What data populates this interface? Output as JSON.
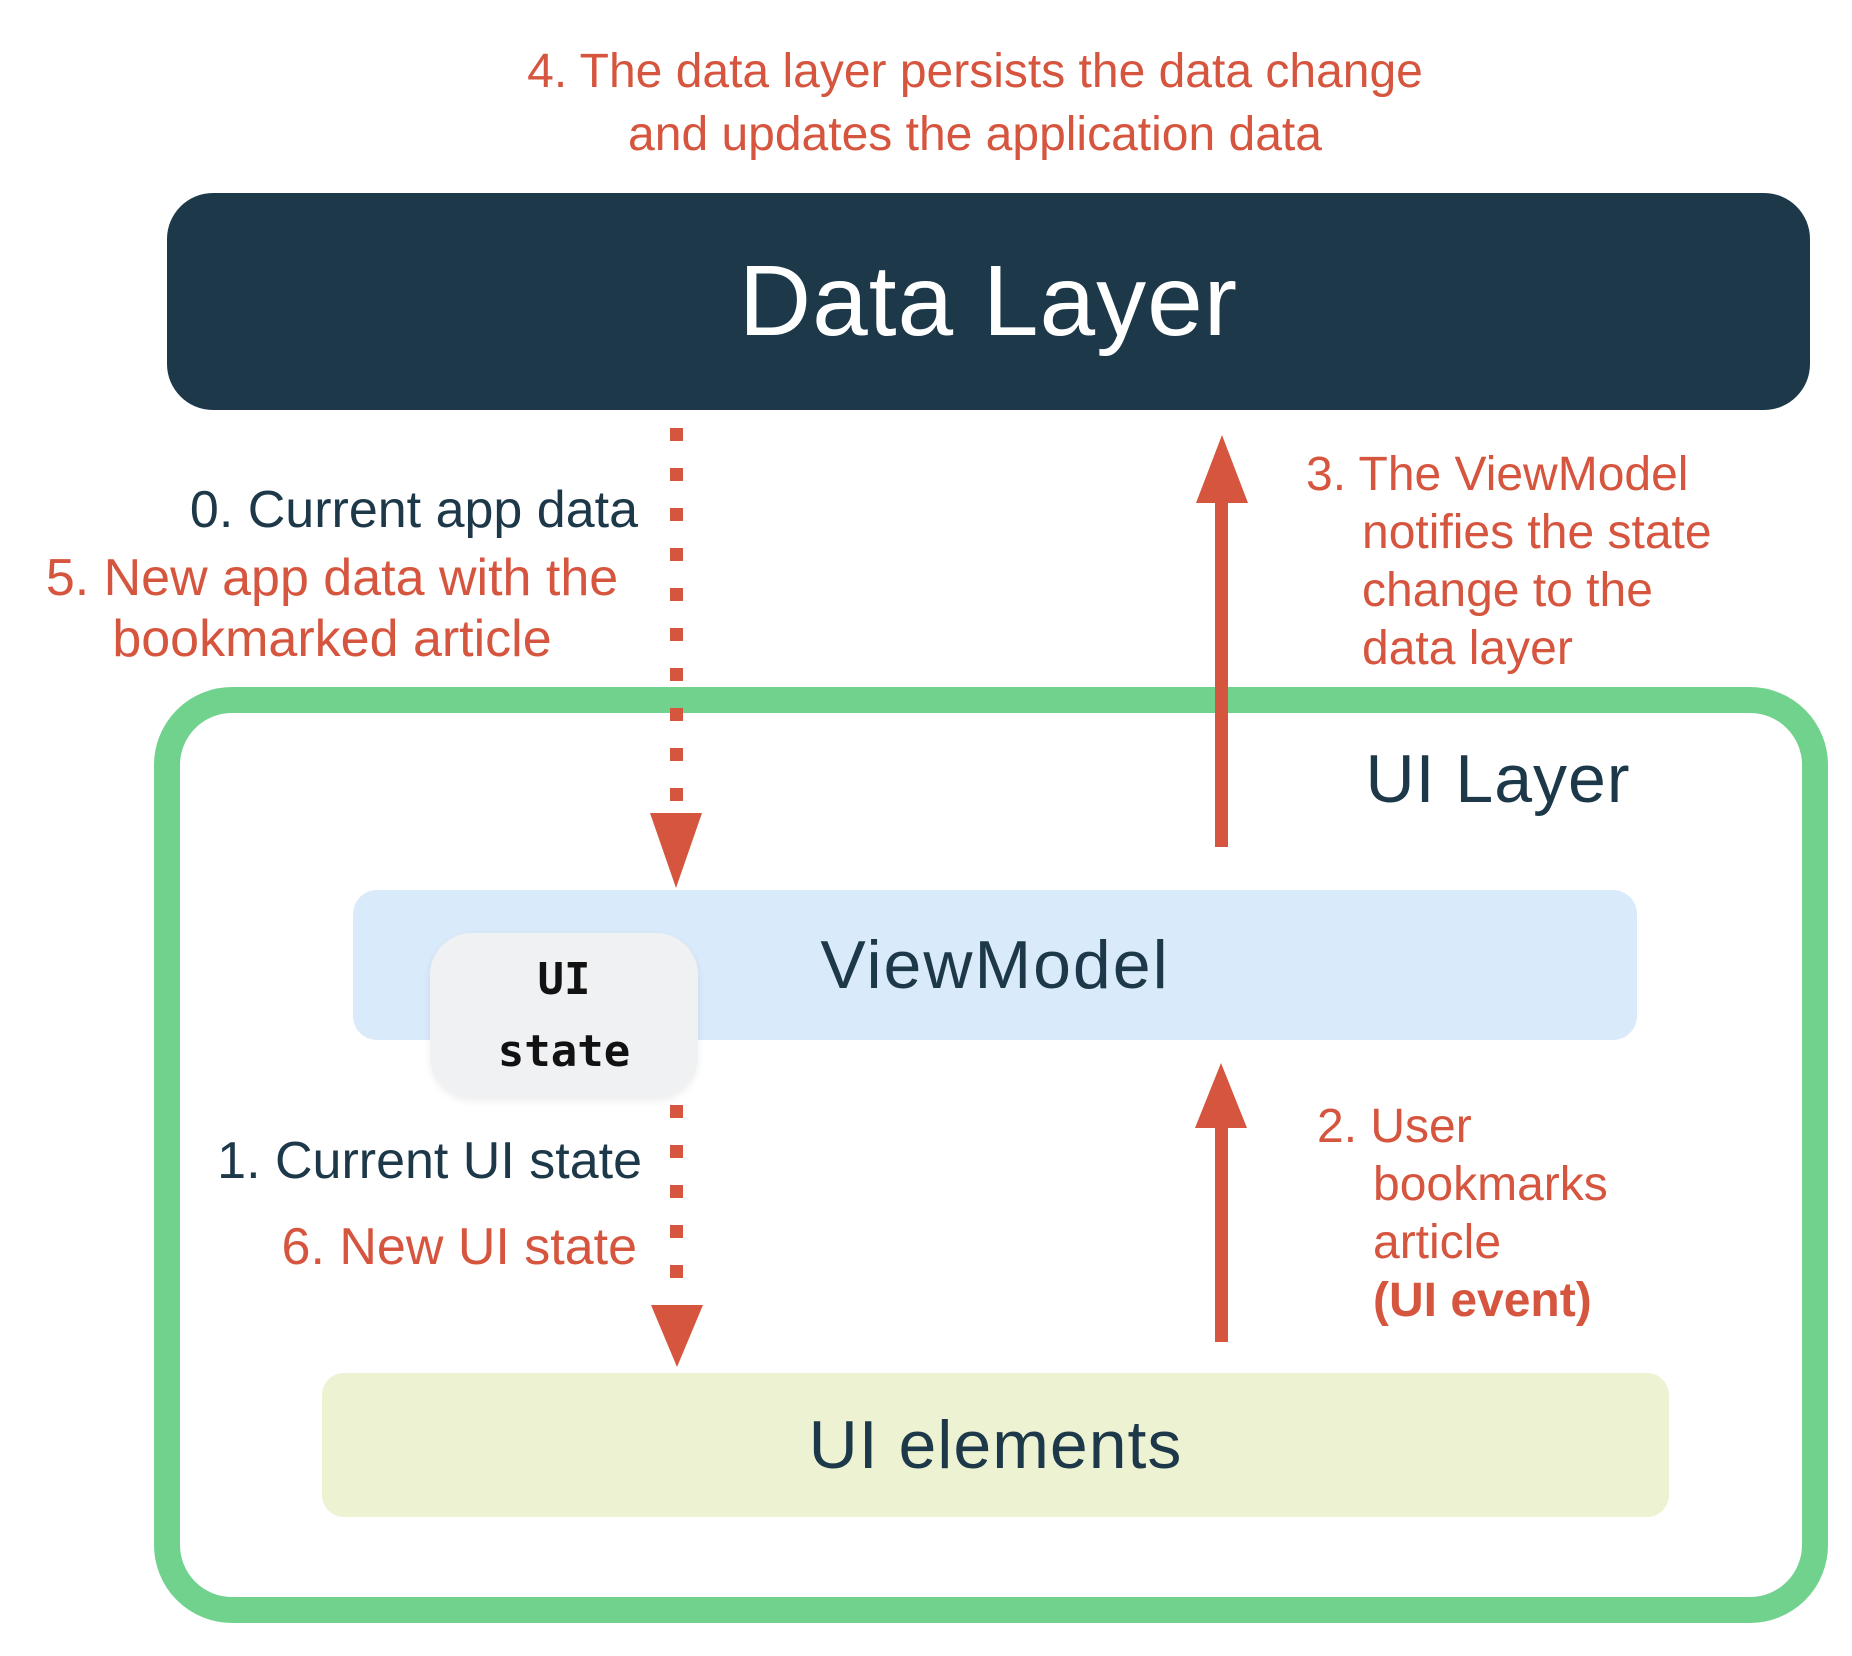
{
  "title": "Unidirectional data flow between UI Layer and Data Layer",
  "colors": {
    "navy": "#1C3849",
    "red": "#D6553E",
    "green_border": "#70D28D",
    "viewmodel_blue": "#D9EAFB",
    "chip_gray": "#F0F1F3",
    "ui_elements_yellow_green": "#EDF2D2",
    "white": "#FFFFFF"
  },
  "icons": {
    "dashed_arrow_down": "vertical dashed line with solid triangle head, css shapes",
    "solid_arrow_up": "vertical solid line with solid triangle head, css shapes"
  },
  "boxes": {
    "data_layer": {
      "label": "Data Layer"
    },
    "ui_layer": {
      "label": "UI Layer"
    },
    "viewmodel": {
      "label": "ViewModel"
    },
    "ui_state_chip": {
      "lines": [
        "UI",
        "state"
      ]
    },
    "ui_elements": {
      "label": "UI elements"
    }
  },
  "annotations": {
    "step4": {
      "lines": [
        "4. The data layer persists the data change",
        "and updates the application data"
      ]
    },
    "step0": {
      "text": "0. Current app data"
    },
    "step5": {
      "lines": [
        "5. New app data with the",
        "bookmarked article"
      ]
    },
    "step3": {
      "lines": [
        "3. The ViewModel",
        "notifies the state",
        "change to the",
        "data layer"
      ]
    },
    "step1": {
      "text": "1. Current UI state"
    },
    "step6": {
      "text": "6. New UI state"
    },
    "step2": {
      "lines": [
        "2. User",
        "bookmarks",
        "article",
        "(UI event)"
      ]
    }
  }
}
